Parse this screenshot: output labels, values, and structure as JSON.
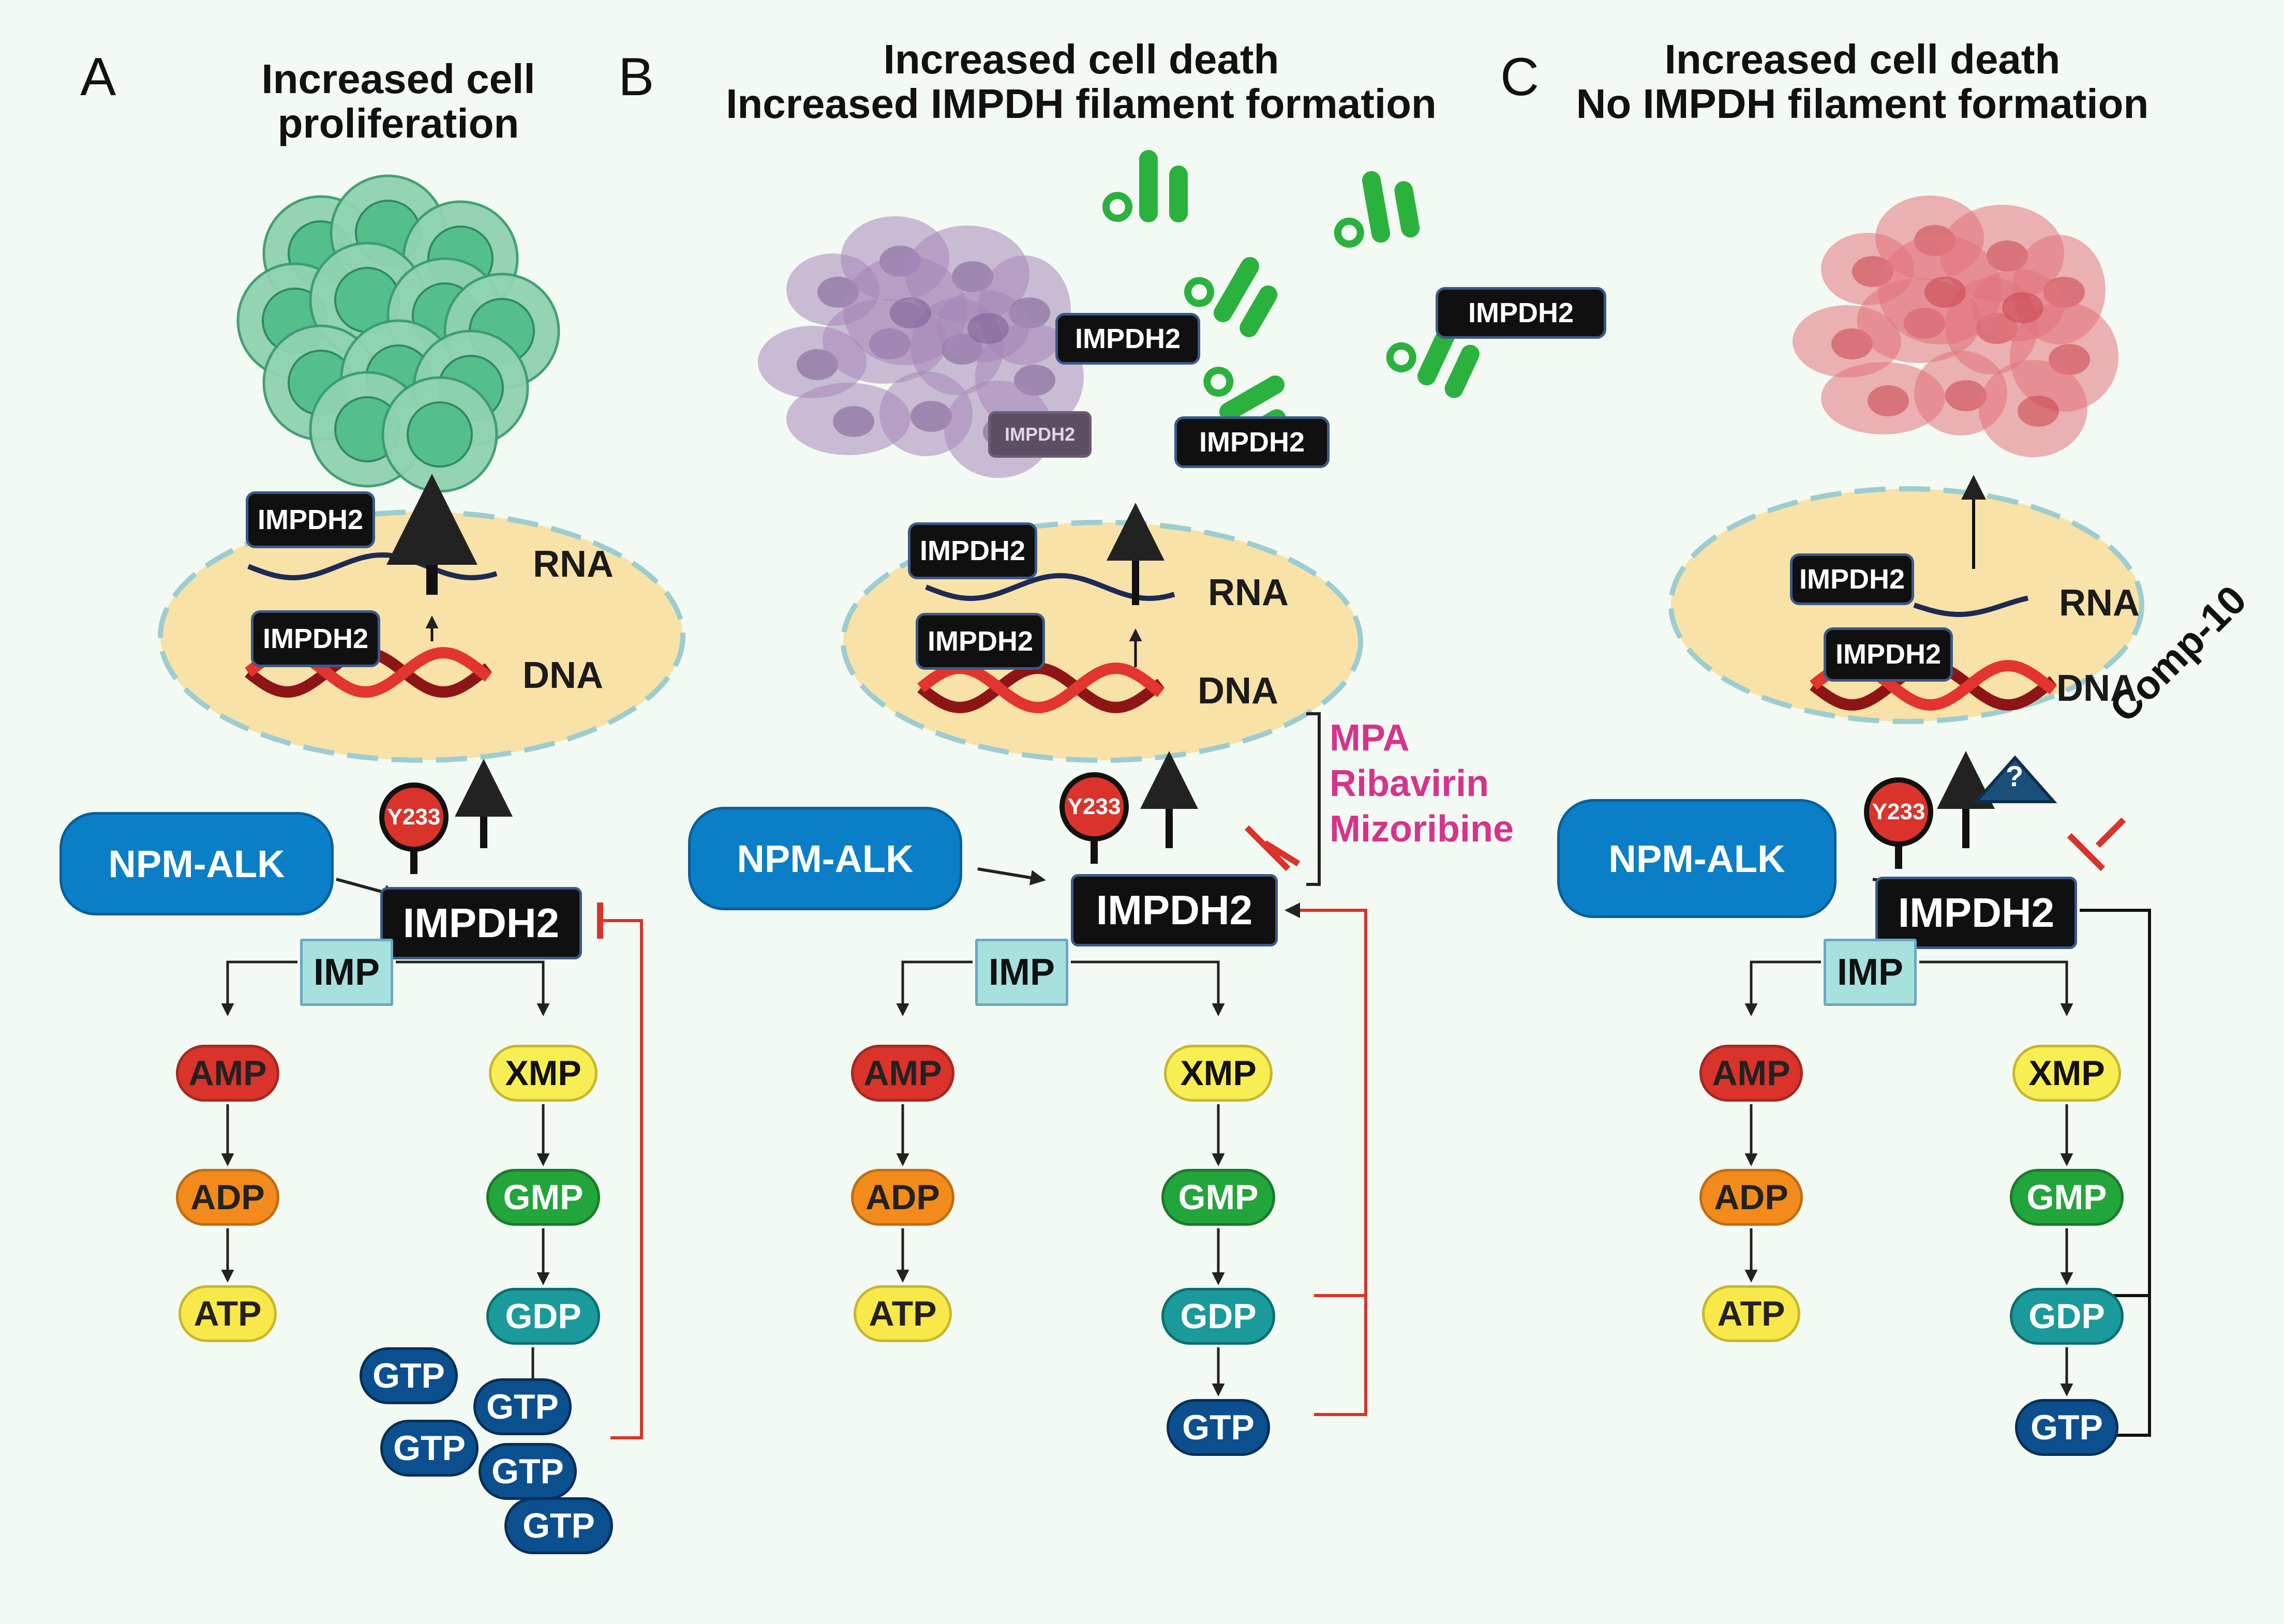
{
  "panels": [
    {
      "letter": "A",
      "title": "Increased cell\nproliferation"
    },
    {
      "letter": "B",
      "title": "Increased cell death\nIncreased IMPDH filament formation"
    },
    {
      "letter": "C",
      "title": "Increased cell death\nNo IMPDH filament formation"
    }
  ],
  "labels": {
    "rna": "RNA",
    "dna": "DNA",
    "impdh2": "IMPDH2",
    "y233": "Y233",
    "npm_alk": "NPM-ALK",
    "imp": "IMP",
    "amp": "AMP",
    "adp": "ADP",
    "atp": "ATP",
    "xmp": "XMP",
    "gmp": "GMP",
    "gdp": "GDP",
    "gtp": "GTP",
    "question": "?",
    "comp10": "Comp-10"
  },
  "drugs": [
    "MPA",
    "Ribavirin",
    "Mizoribine"
  ],
  "colors": {
    "panel_bg": "#f3faf3",
    "nucleus": "#f8e2a8",
    "nucleus_border": "#9ccdd0",
    "impdh_box": "#101010",
    "npm_alk": "#0a7fc7",
    "imp_box": "#a7e1dd",
    "amp": "#d9332b",
    "adp": "#f28b1c",
    "atp": "#f8e84a",
    "xmp": "#f7ee53",
    "gmp": "#22a53a",
    "gdp": "#1a9a9a",
    "gtp": "#0b4f8f",
    "y233": "#d9332b",
    "inhibit_red": "#d9332b",
    "drug_text": "#d6338c",
    "filament": "#2bb13d",
    "cell_green": "#55bf8c",
    "cell_purple": "#a586b8",
    "cell_red": "#e1737b"
  }
}
